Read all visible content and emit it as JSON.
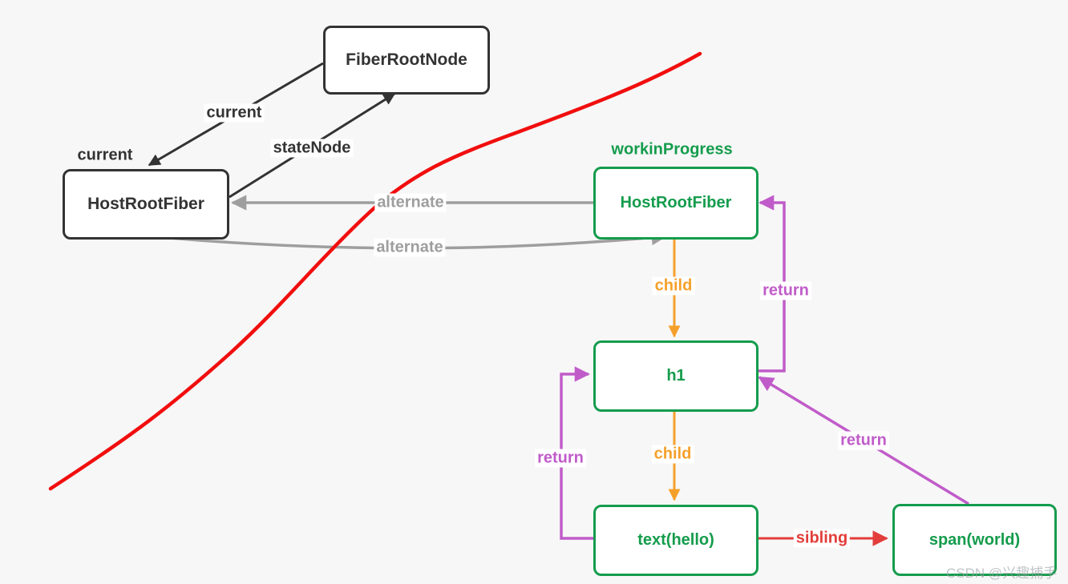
{
  "colors": {
    "background": "#f7f7f7",
    "dark": "#333333",
    "green": "#149c4c",
    "orange": "#f5a02b",
    "purple": "#c05cc9",
    "gray": "#9e9e9e",
    "red_freehand_line": "#f10e0e",
    "red_sibling": "#e23d3a",
    "watermark_gray": "#9aa0a6"
  },
  "nodes": {
    "fiber_root": "FiberRootNode",
    "host_root_current": "HostRootFiber",
    "host_root_wip": "HostRootFiber",
    "h1": "h1",
    "text_hello": "text(hello)",
    "span_world": "span(world)"
  },
  "labels": {
    "current_arrow": "current",
    "current_pointer": "current",
    "state_node": "stateNode",
    "alternate_top": "alternate",
    "alternate_bottom": "alternate",
    "workin_progress": "workinProgress",
    "child_top": "child",
    "child_bottom": "child",
    "return_right": "return",
    "return_left": "return",
    "return_diagonal": "return",
    "sibling": "sibling"
  },
  "watermark": "CSDN @兴趣捕手"
}
